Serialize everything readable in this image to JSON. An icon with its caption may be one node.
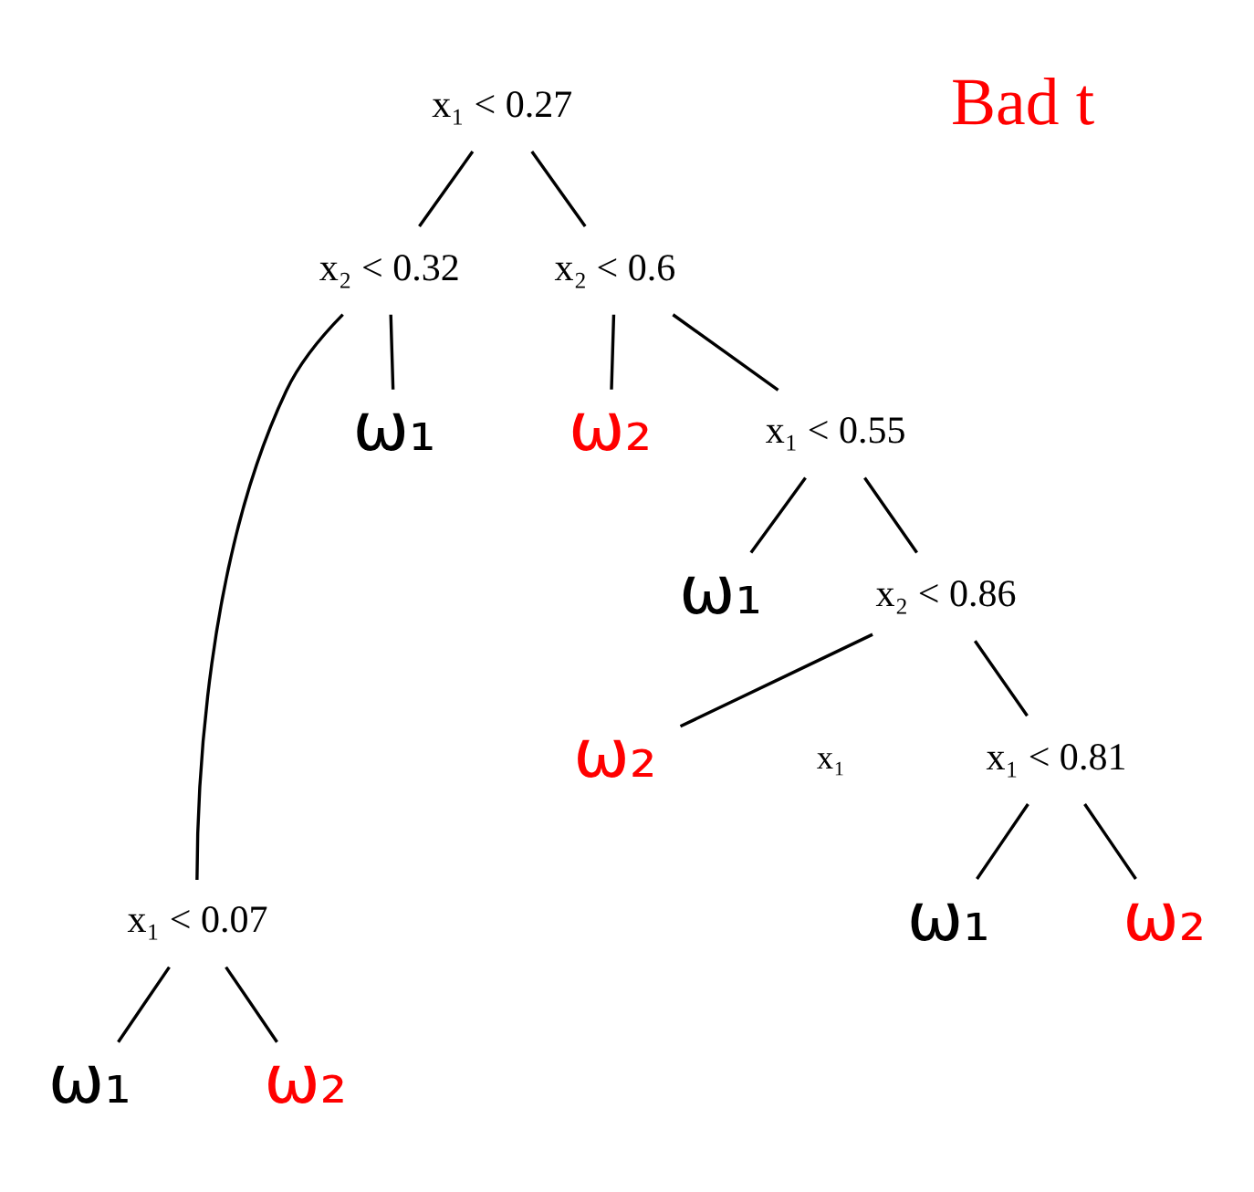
{
  "diagram": {
    "nodes": [
      {
        "text": [
          "x₁ < 0.27"
        ]
      },
      {
        "text": [
          "x₂ < 0.32"
        ]
      },
      {
        "text": [
          "x₂ < 0.6"
        ]
      },
      {
        "text": [
          "x₁ < 0.07"
        ]
      },
      {
        "text": [
          "ω₁"
        ]
      },
      {
        "text": [
          "ω₂"
        ]
      },
      {
        "text": [
          "x₁ < 0.55"
        ]
      },
      {
        "text": [
          "ω₁"
        ]
      },
      {
        "text": [
          "ω₂"
        ]
      },
      {
        "text": [
          "ω₁"
        ]
      },
      {
        "text": [
          "x₂ < 0.86"
        ]
      },
      {
        "text": [
          "ω₂"
        ]
      },
      {
        "text": [
          "x₁ < 0.81"
        ]
      },
      {
        "text": [
          "ω₁"
        ]
      },
      {
        "text": [
          "ω₂"
        ]
      }
    ],
    "edges": [
      {
        "from": 0,
        "to": 1,
        "arrow": "none"
      },
      {
        "from": 0,
        "to": 2,
        "arrow": "none"
      },
      {
        "from": 1,
        "to": 3,
        "arrow": "none"
      },
      {
        "from": 1,
        "to": 4,
        "arrow": "none"
      },
      {
        "from": 2,
        "to": 5,
        "arrow": "none"
      },
      {
        "from": 2,
        "to": 6,
        "arrow": "none"
      },
      {
        "from": 3,
        "to": 7,
        "arrow": "none"
      },
      {
        "from": 3,
        "to": 8,
        "arrow": "none"
      },
      {
        "from": 6,
        "to": 9,
        "arrow": "none"
      },
      {
        "from": 6,
        "to": 10,
        "arrow": "none"
      },
      {
        "from": 10,
        "to": 11,
        "arrow": "none"
      },
      {
        "from": 10,
        "to": 12,
        "arrow": "none"
      },
      {
        "from": 12,
        "to": 13,
        "arrow": "none"
      },
      {
        "from": 12,
        "to": 14,
        "arrow": "none"
      }
    ],
    "labels": [
      "Bad t",
      "x₁"
    ]
  }
}
